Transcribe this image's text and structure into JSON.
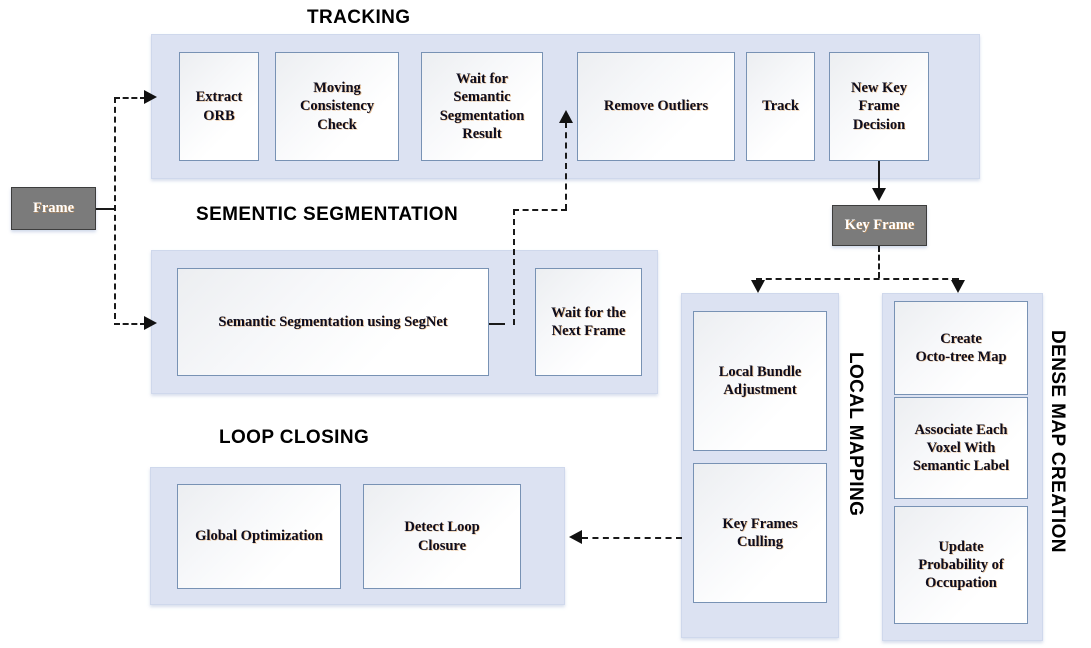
{
  "diagram": {
    "title_tracking": "TRACKING",
    "title_semantic": "SEMENTIC SEGMENTATION",
    "title_loop": "LOOP CLOSING",
    "title_local_mapping": "LOCAL MAPPING",
    "title_dense_map": "DENSE MAP CREATION",
    "colors": {
      "panel_fill": "#dce2f2",
      "node_border": "#7892b4",
      "gray_box": "#7b7b7b",
      "connector": "#1a1a1a",
      "text": "#0d0d1f"
    }
  },
  "data_boxes": {
    "frame": "Frame",
    "key_frame": "Key Frame"
  },
  "tracking": {
    "nodes": [
      {
        "label": "Extract\nORB"
      },
      {
        "label": "Moving\nConsistency\nCheck"
      },
      {
        "label": "Wait for\nSemantic\nSegmentation\nResult"
      },
      {
        "label": "Remove Outliers"
      },
      {
        "label": "Track"
      },
      {
        "label": "New Key\nFrame\nDecision"
      }
    ]
  },
  "semantic_segmentation": {
    "nodes": [
      {
        "label": "Semantic Segmentation using SegNet"
      },
      {
        "label": "Wait for the\nNext Frame"
      }
    ]
  },
  "loop_closing": {
    "nodes": [
      {
        "label": "Global Optimization"
      },
      {
        "label": "Detect Loop\nClosure"
      }
    ]
  },
  "local_mapping": {
    "nodes": [
      {
        "label": "Local Bundle\nAdjustment"
      },
      {
        "label": "Key Frames\nCulling"
      }
    ]
  },
  "dense_map_creation": {
    "nodes": [
      {
        "label": "Create\nOcto-tree Map"
      },
      {
        "label": "Associate Each\nVoxel With\nSemantic Label"
      },
      {
        "label": "Update\nProbability of\nOccupation"
      }
    ]
  }
}
